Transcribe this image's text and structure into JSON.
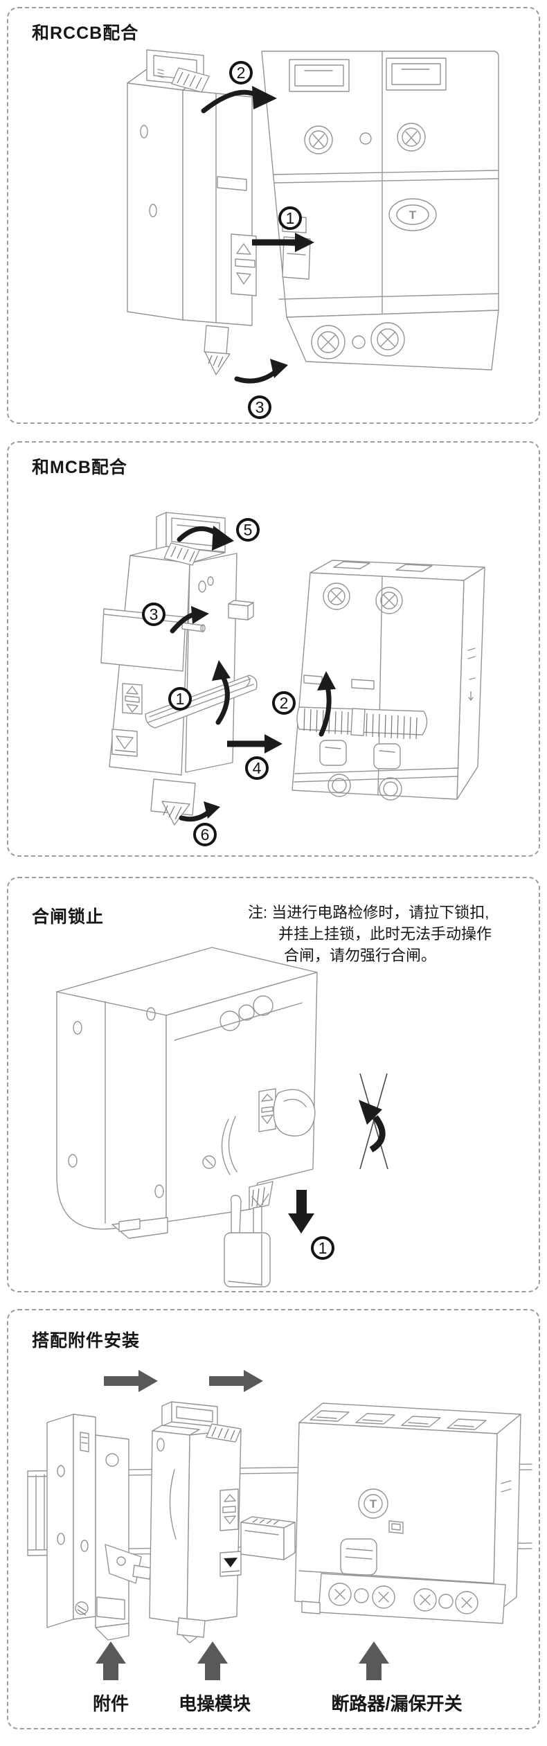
{
  "colors": {
    "background": "#ffffff",
    "panel_border": "#9c9c9c",
    "drawing_line": "#949494",
    "annotation_black": "#141414",
    "nav_arrow_gray": "#58595b"
  },
  "panels": {
    "rccb": {
      "title": "和RCCB配合",
      "steps": [
        "1",
        "2",
        "3"
      ]
    },
    "mcb": {
      "title": "和MCB配合",
      "steps": [
        "1",
        "2",
        "3",
        "4",
        "5",
        "6"
      ]
    },
    "lock": {
      "title": "合闸锁止",
      "note_lines": [
        "注: 当进行电路检修时，请拉下锁扣,",
        "并挂上挂锁，此时无法手动操作",
        "合闸，请勿强行合闸。"
      ],
      "steps": [
        "1"
      ]
    },
    "fitting": {
      "title": "搭配附件安装",
      "labels": [
        "附件",
        "电操模块",
        "断路器/漏保开关"
      ]
    }
  },
  "device_text": {
    "test_button": "T"
  }
}
